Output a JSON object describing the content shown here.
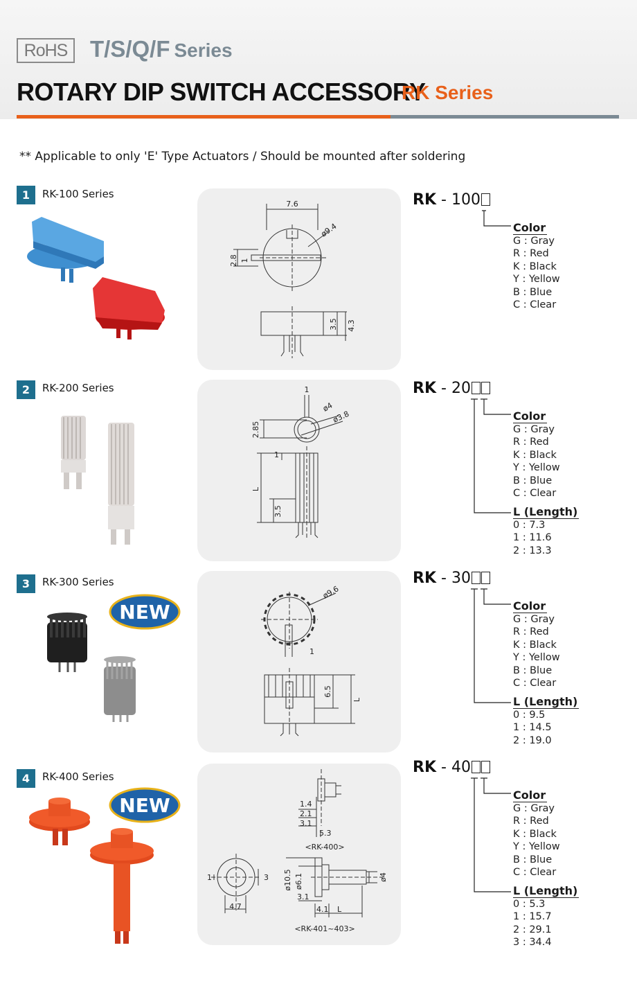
{
  "header": {
    "rohs": "RoHS",
    "series": "T/S/Q/F",
    "series_suffix": "Series",
    "title": "ROTARY DIP SWITCH ACCESSORY",
    "subtitle": "RK Series"
  },
  "note": "** Applicable to only 'E' Type Actuators / Should be mounted after soldering",
  "new_badge": "NEW",
  "colors": {
    "accent": "#e8601a",
    "gray": "#7b8a94",
    "badge": "#1e6f8e"
  },
  "sections": [
    {
      "number": "1",
      "label": "RK-100 Series",
      "code_prefix": "RK",
      "code_sep": "-",
      "code_body": "100",
      "color_heading": "Color",
      "colors": [
        "G : Gray",
        "R : Red",
        "K : Black",
        "Y : Yellow",
        "B : Blue",
        "C : Clear"
      ],
      "dims": [
        "7.6",
        "ø9.4",
        "2.8",
        "1",
        "3.5",
        "4.3"
      ]
    },
    {
      "number": "2",
      "label": "RK-200 Series",
      "code_prefix": "RK",
      "code_sep": "-",
      "code_body": "20",
      "color_heading": "Color",
      "colors": [
        "G : Gray",
        "R : Red",
        "K : Black",
        "Y : Yellow",
        "B : Blue",
        "C : Clear"
      ],
      "length_heading": "L (Length)",
      "lengths": [
        "0 : 7.3",
        "1 : 11.6",
        "2 : 13.3"
      ],
      "dims": [
        "1",
        "ø4",
        "ø3.8",
        "2.85",
        "1",
        "L",
        "3.5"
      ]
    },
    {
      "number": "3",
      "label": "RK-300 Series",
      "code_prefix": "RK",
      "code_sep": "-",
      "code_body": "30",
      "color_heading": "Color",
      "colors": [
        "G : Gray",
        "R : Red",
        "K : Black",
        "Y : Yellow",
        "B : Blue",
        "C : Clear"
      ],
      "length_heading": "L (Length)",
      "lengths": [
        "0 : 9.5",
        "1 : 14.5",
        "2 : 19.0"
      ],
      "dims": [
        "ø9.6",
        "1",
        "6.5",
        "L"
      ]
    },
    {
      "number": "4",
      "label": "RK-400 Series",
      "code_prefix": "RK",
      "code_sep": "-",
      "code_body": "40",
      "color_heading": "Color",
      "colors": [
        "G : Gray",
        "R : Red",
        "K : Black",
        "Y : Yellow",
        "B : Blue",
        "C : Clear"
      ],
      "length_heading": "L (Length)",
      "lengths": [
        "0 : 5.3",
        "1 : 15.7",
        "2 : 29.1",
        "3 : 34.4"
      ],
      "dims": [
        "1.4",
        "2.1",
        "3.1",
        "5.3",
        "<RK-400>",
        "1",
        "3",
        "4.7",
        "ø10.5",
        "ø6.1",
        "ø4",
        "3.1",
        "4.1",
        "L",
        "<RK-401~403>"
      ]
    }
  ]
}
